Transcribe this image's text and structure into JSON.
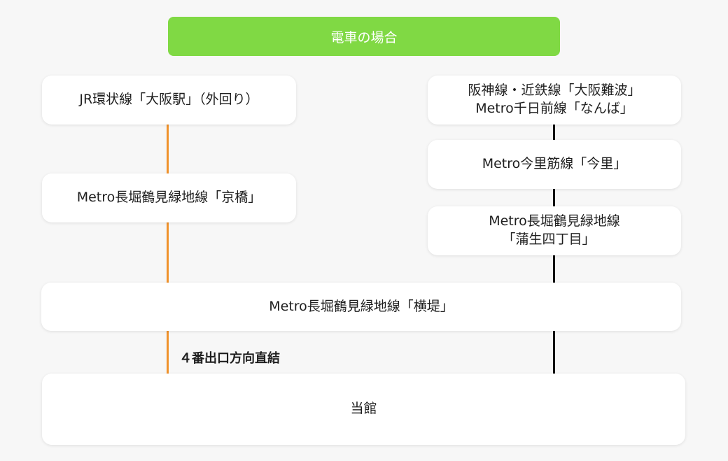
{
  "header": {
    "title": "電車の場合"
  },
  "left_route": {
    "start": "JR環状線「大阪駅」（外回り）",
    "transfer": "Metro長堀鶴見緑地線「京橋」"
  },
  "right_route": {
    "start_line1": "阪神線・近鉄線「大阪難波」",
    "start_line2": "Metro千日前線「なんば」",
    "transfer1": "Metro今里筋線「今里」",
    "transfer2_line1": "Metro長堀鶴見緑地線",
    "transfer2_line2": "「蒲生四丁目」"
  },
  "shared": {
    "station": "Metro長堀鶴見緑地線「横堤」",
    "exit_note": "４番出口方向直結",
    "destination": "当館"
  },
  "colors": {
    "header_bg": "#80d944",
    "left_line": "#f0922b",
    "right_line": "#111111"
  }
}
